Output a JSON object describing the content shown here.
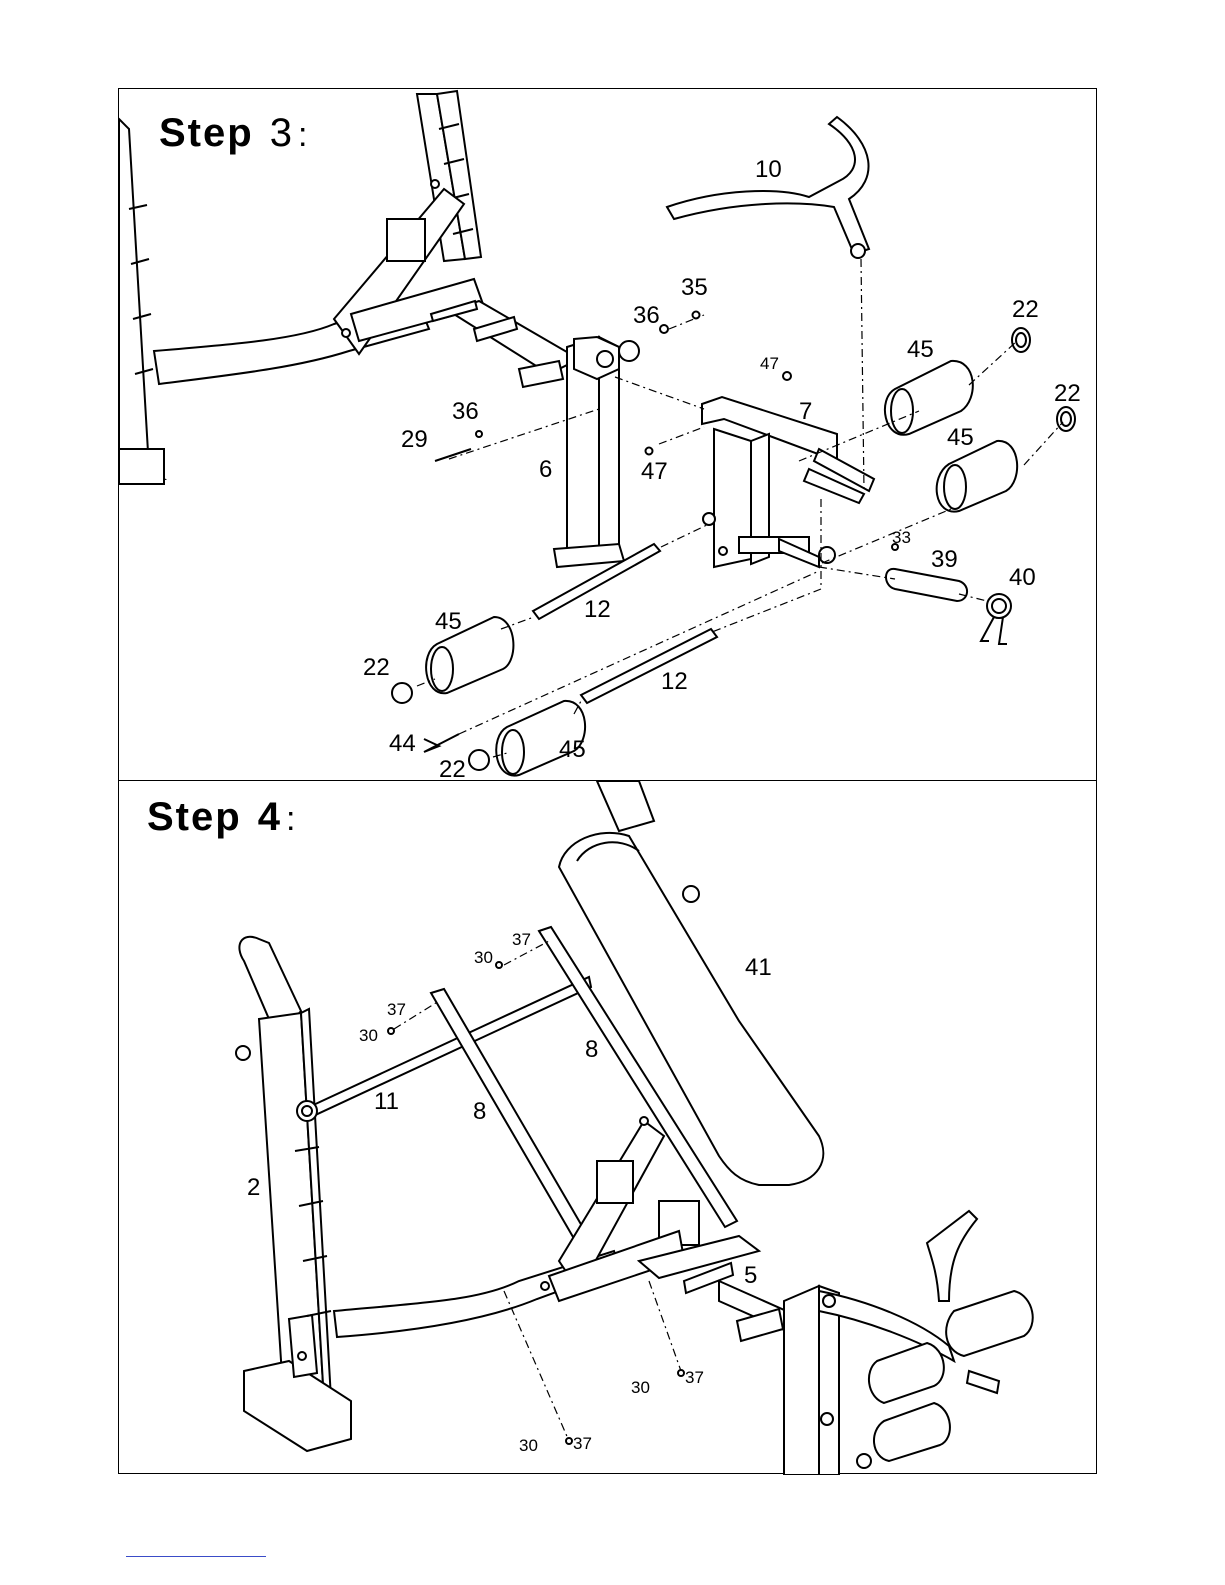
{
  "step3": {
    "title_word": "Step",
    "title_num": "3",
    "title_colon": ":",
    "labels": {
      "p10": "10",
      "p35": "35",
      "p36a": "36",
      "p22a": "22",
      "p45a": "45",
      "p47a": "47",
      "p22b": "22",
      "p7": "7",
      "p36b": "36",
      "p29": "29",
      "p45b": "45",
      "p6": "6",
      "p47b": "47",
      "p33": "33",
      "p39": "39",
      "p40": "40",
      "p12a": "12",
      "p45c": "45",
      "p22c": "22",
      "p12b": "12",
      "p44": "44",
      "p45d": "45",
      "p22d": "22"
    }
  },
  "step4": {
    "title_word": "Step",
    "title_num": "4",
    "title_colon": ":",
    "labels": {
      "p37a": "37",
      "p30a": "30",
      "p41": "41",
      "p37b": "37",
      "p30b": "30",
      "p8a": "8",
      "p11": "11",
      "p8b": "8",
      "p2": "2",
      "p5": "5",
      "p30c": "30",
      "p37c": "37",
      "p30d": "30",
      "p37d": "37"
    }
  }
}
